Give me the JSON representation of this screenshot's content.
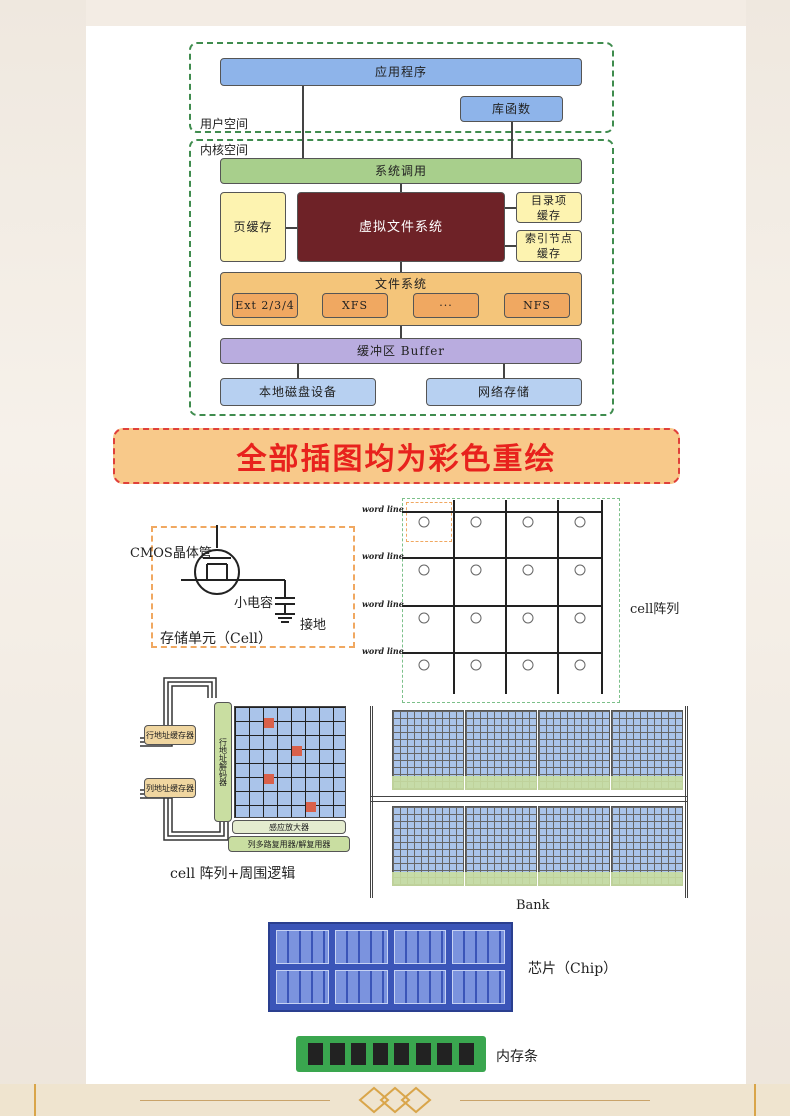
{
  "kernel_diagram": {
    "user_space_label": "用户空间",
    "kernel_space_label": "内核空间",
    "app": "应用程序",
    "lib": "库函数",
    "syscall": "系统调用",
    "page_cache": "页缓存",
    "vfs": "虚拟文件系统",
    "dir_cache": "目录项\n缓存",
    "inode_cache": "索引节点\n缓存",
    "fs": "文件系统",
    "fs_items": [
      "Ext 2/3/4",
      "XFS",
      "···",
      "NFS"
    ],
    "buffer": "缓冲区 Buffer",
    "local_disk": "本地磁盘设备",
    "net_storage": "网络存储"
  },
  "banner": "全部插图均为彩色重绘",
  "memory_diagram": {
    "cmos": "CMOS晶体管",
    "capacitor": "小电容",
    "ground": "接地",
    "cell_label": "存储单元（Cell）",
    "word_line": "word line",
    "cell_array": "cell阵列",
    "row_buffer": "行地址缓存器",
    "col_buffer": "列地址缓存器",
    "row_decoder": "行地址解码器",
    "sense_amp": "感应放大器",
    "mux": "列多路复用器/解复用器",
    "periph_label": "cell 阵列+周围逻辑",
    "bank": "Bank",
    "chip": "芯片（Chip）",
    "dimm": "内存条"
  },
  "colors": {
    "blue": "#8eb4ea",
    "green": "#a8cf8c",
    "yellow": "#fdf3b0",
    "maroon": "#6e2227",
    "orange": "#f4c57a",
    "purple": "#b9acdf",
    "banner_text": "#e8221d",
    "chip_blue": "#3b55b8",
    "ram_green": "#3aa64f"
  }
}
